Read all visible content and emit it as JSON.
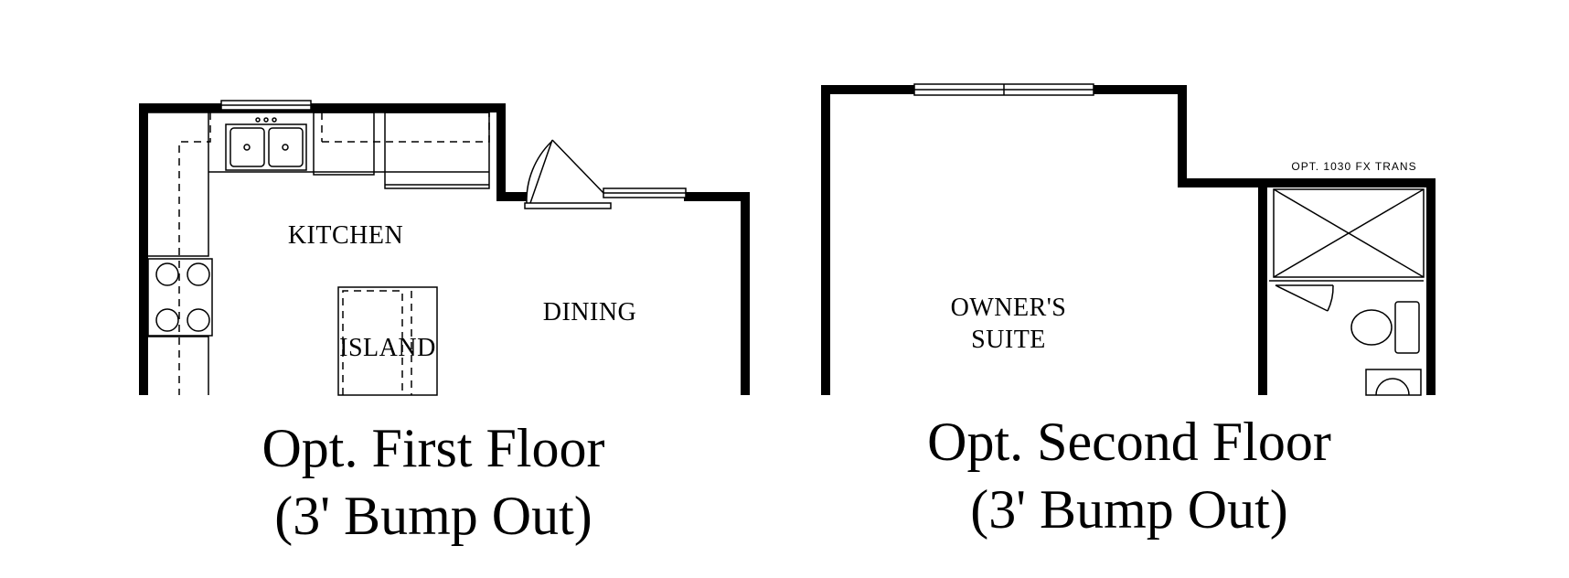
{
  "first_floor": {
    "rooms": {
      "kitchen": "KITCHEN",
      "island": "ISLAND",
      "dining": "DINING"
    },
    "caption_line1": "Opt. First Floor",
    "caption_line2": "(3' Bump Out)"
  },
  "second_floor": {
    "rooms": {
      "owners_line1": "OWNER'S",
      "owners_line2": "SUITE"
    },
    "window_note": "OPT. 1030 FX TRANS",
    "caption_line1": "Opt. Second Floor",
    "caption_line2": "(3' Bump Out)"
  }
}
